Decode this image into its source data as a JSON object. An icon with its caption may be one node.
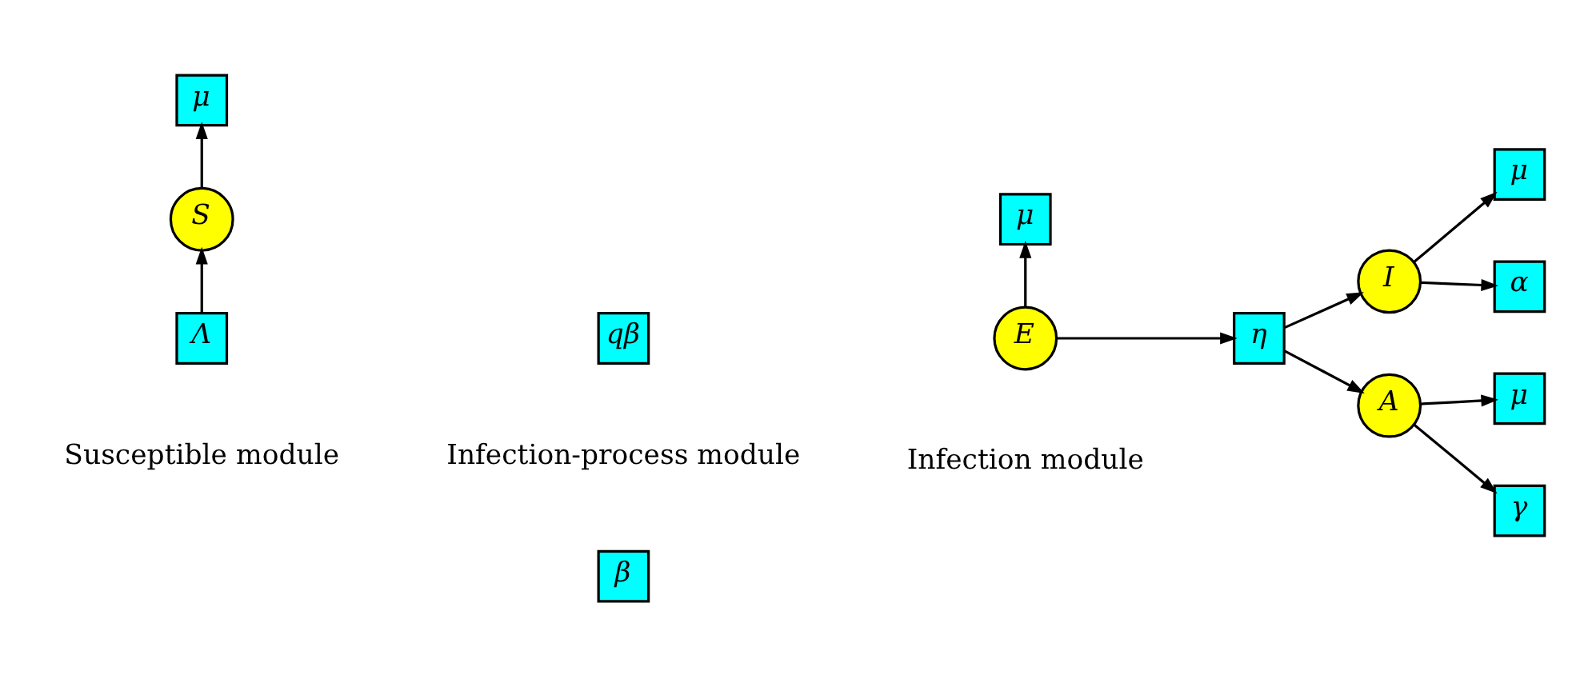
{
  "diagram": {
    "nodes": [
      {
        "text": [
          "Λ"
        ]
      },
      {
        "text": [
          "S"
        ]
      },
      {
        "text": [
          "μ"
        ]
      },
      {
        "text": [
          "qβ"
        ]
      },
      {
        "text": [
          "β"
        ]
      },
      {
        "text": [
          "E"
        ]
      },
      {
        "text": [
          "μ"
        ]
      },
      {
        "text": [
          "η"
        ]
      },
      {
        "text": [
          "A"
        ]
      },
      {
        "text": [
          "I"
        ]
      },
      {
        "text": [
          "γ"
        ]
      },
      {
        "text": [
          "μ"
        ]
      },
      {
        "text": [
          "α"
        ]
      },
      {
        "text": [
          "μ"
        ]
      }
    ],
    "edges": [
      {
        "from": 0,
        "to": 1,
        "arrow": "to"
      },
      {
        "from": 1,
        "to": 2,
        "arrow": "to"
      },
      {
        "from": 5,
        "to": 7,
        "arrow": "to"
      },
      {
        "from": 5,
        "to": 6,
        "arrow": "to"
      },
      {
        "from": 7,
        "to": 8,
        "arrow": "to"
      },
      {
        "from": 7,
        "to": 9,
        "arrow": "to"
      },
      {
        "from": 8,
        "to": 10,
        "arrow": "to"
      },
      {
        "from": 8,
        "to": 11,
        "arrow": "to"
      },
      {
        "from": 9,
        "to": 12,
        "arrow": "to"
      },
      {
        "from": 9,
        "to": 13,
        "arrow": "to"
      }
    ],
    "labels": [
      "Susceptible module",
      "Infection-process module",
      "Infection module"
    ]
  }
}
